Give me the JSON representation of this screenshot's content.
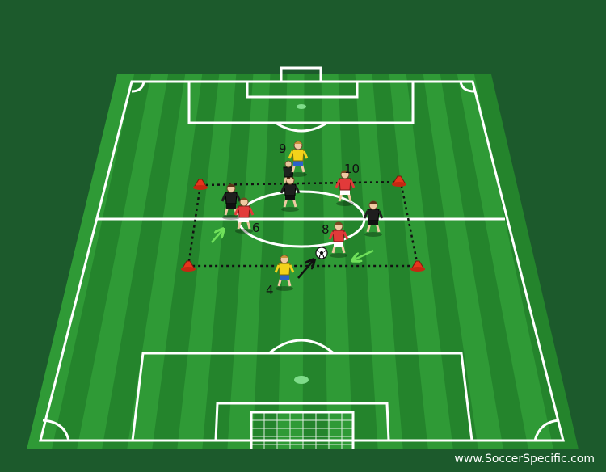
{
  "colors": {
    "background": "#1c5a2c",
    "grass_light": "#2f9a36",
    "grass_dark": "#24842c",
    "line": "#ffffff",
    "team_red": "#e23a3a",
    "team_yellow": "#f3d21a",
    "team_black": "#1e1e1e",
    "cone": "#e8341c",
    "movement_arrow": "#6fe05a",
    "pass_arrow": "#111111"
  },
  "players": {
    "yellow_9": {
      "label": "9",
      "team": "yellow"
    },
    "yellow_4": {
      "label": "4",
      "team": "yellow"
    },
    "red_10": {
      "label": "10",
      "team": "red"
    },
    "red_8": {
      "label": "8",
      "team": "red"
    },
    "red_6": {
      "label": "6",
      "team": "red"
    },
    "black_players": 4
  },
  "equipment": {
    "cones": 4,
    "ball": 1
  },
  "watermark": "www.SoccerSpecific.com"
}
